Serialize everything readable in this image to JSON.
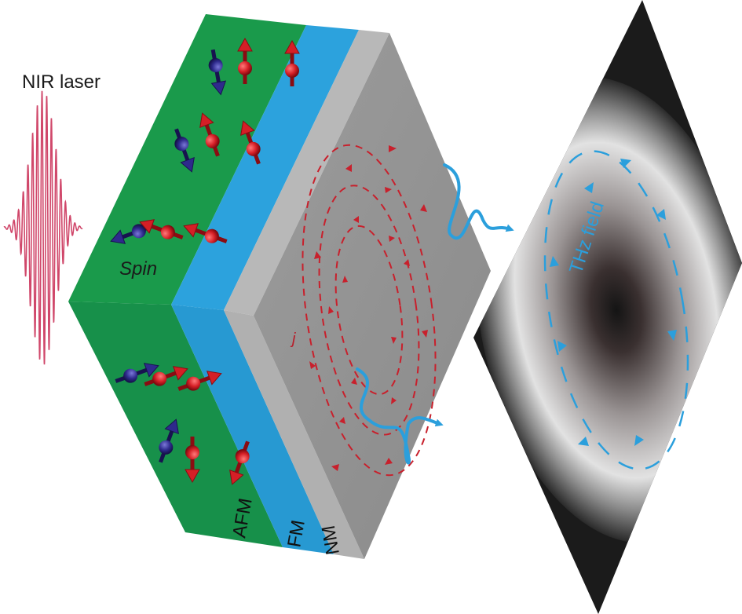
{
  "labels": {
    "laser": "NIR laser",
    "spin": "Spin",
    "afm": "AFM",
    "fm": "FM",
    "nm": "NM",
    "thz": "THz field",
    "current": "j"
  },
  "colors": {
    "afm_layer": "#1a9a4b",
    "fm_layer": "#2ca2dd",
    "nm_layer": "#9e9e9e",
    "spin_red": "#d51f26",
    "spin_blue": "#2e2a8c",
    "laser_pulse": "#d0476a",
    "thz_field": "#2b9fdc",
    "current_arrows": "#c8202c",
    "screen_dark": "#151515"
  },
  "icons": {
    "spin_up": "spin-arrow-icon",
    "current": "current-arrow-icon",
    "emission": "thz-wave-icon"
  }
}
